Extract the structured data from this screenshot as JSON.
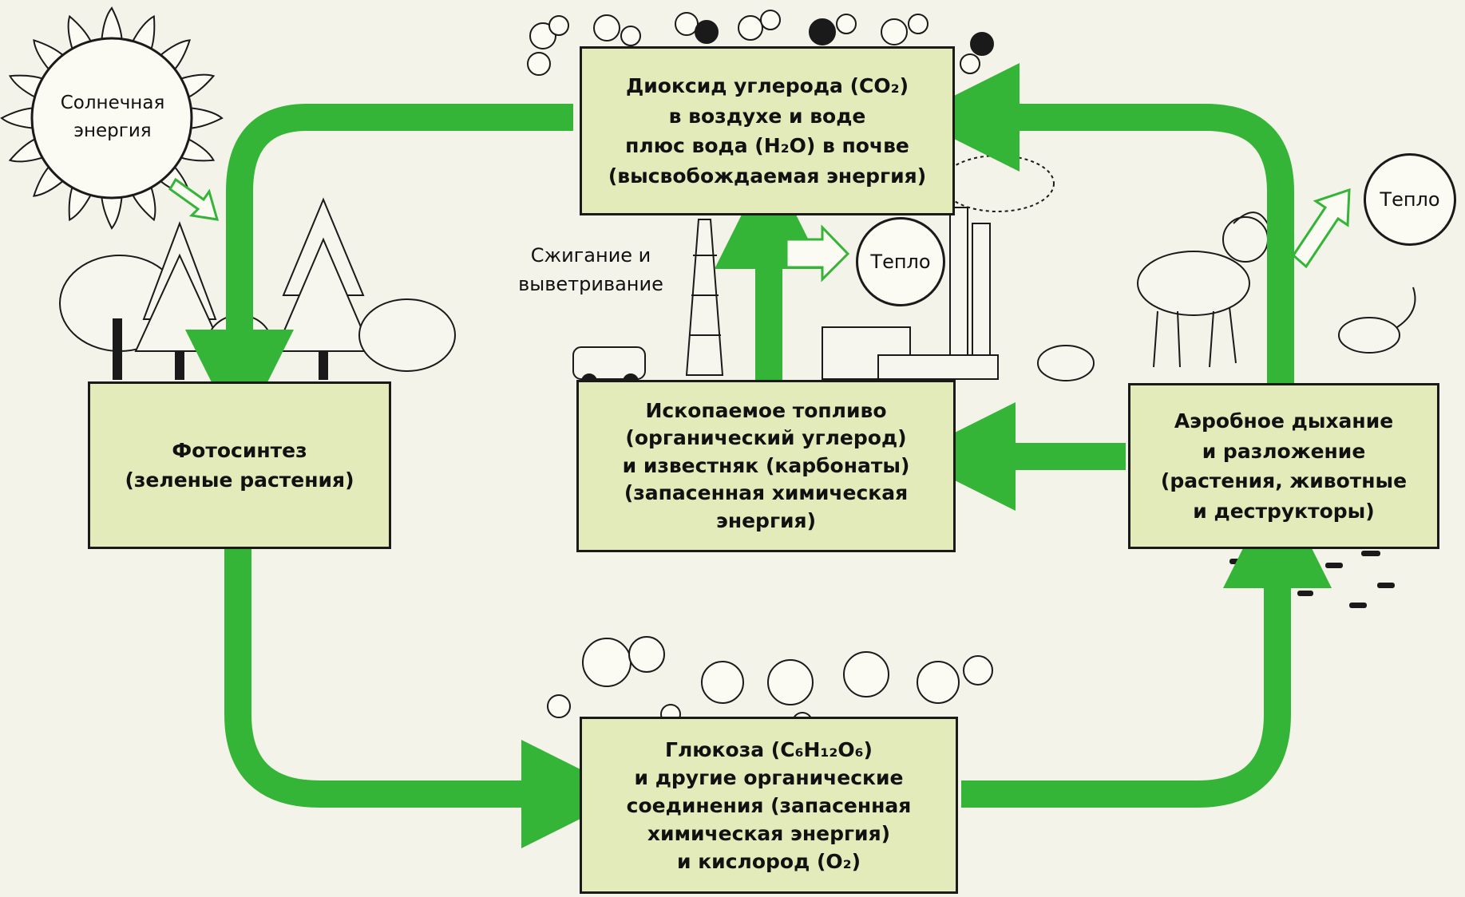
{
  "boxes": {
    "co2": {
      "lines": [
        "Диоксид углерода (CO₂)",
        "в воздухе и воде",
        "плюс вода (H₂O) в почве",
        "(высвобождаемая энергия)"
      ]
    },
    "photosynthesis": {
      "lines": [
        "Фотосинтез",
        "(зеленые растения)"
      ]
    },
    "fossil": {
      "lines": [
        "Ископаемое топливо",
        "(органический углерод)",
        "и известняк (карбонаты)",
        "(запасенная химическая",
        "энергия)"
      ]
    },
    "respiration": {
      "lines": [
        "Аэробное дыхание",
        "и разложение",
        "(растения, животные",
        "и деструкторы)"
      ]
    },
    "glucose": {
      "lines": [
        "Глюкоза (C₆H₁₂O₆)",
        "и другие органические",
        "соединения (запасенная",
        "химическая энергия)",
        "и кислород (O₂)"
      ]
    }
  },
  "labels": {
    "sun": [
      "Солнечная",
      "энергия"
    ],
    "burning": [
      "Сжигание и",
      "выветривание"
    ],
    "heat_center": "Тепло",
    "heat_right": "Тепло"
  },
  "colors": {
    "arrow": "#35b538",
    "box_fill": "#e2ebb9",
    "background": "#f4f3e9",
    "outline": "#1a1a1a"
  }
}
